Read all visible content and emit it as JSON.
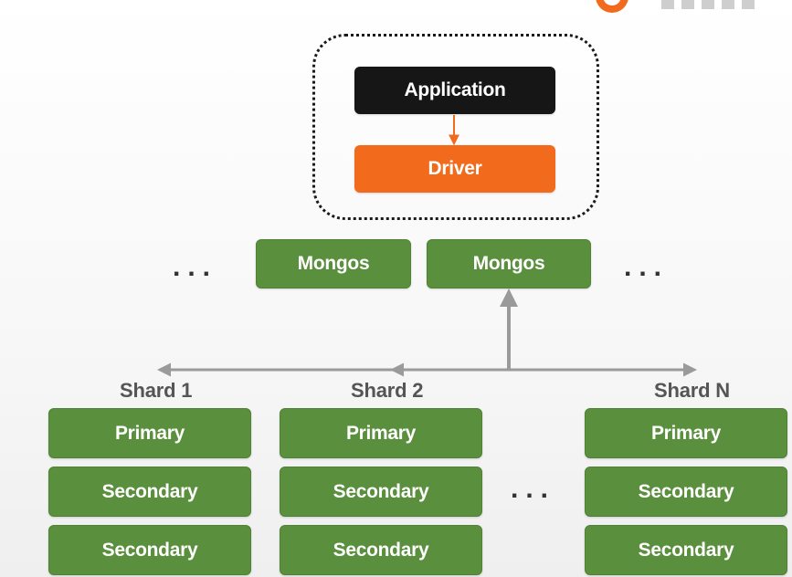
{
  "client": {
    "application_label": "Application",
    "driver_label": "Driver",
    "application_color": "#161616",
    "driver_color": "#f26b1d"
  },
  "routers": {
    "mongos_1_label": "Mongos",
    "mongos_2_label": "Mongos",
    "ellipsis_left": "...",
    "ellipsis_right": "..."
  },
  "shards": {
    "node_color": "#5a8f3d",
    "shard_1": {
      "label": "Shard 1",
      "primary": "Primary",
      "secondary_1": "Secondary",
      "secondary_2": "Secondary"
    },
    "shard_2": {
      "label": "Shard 2",
      "primary": "Primary",
      "secondary_1": "Secondary",
      "secondary_2": "Secondary"
    },
    "shard_n": {
      "label": "Shard N",
      "primary": "Primary",
      "secondary_1": "Secondary",
      "secondary_2": "Secondary"
    },
    "ellipsis_between": "..."
  }
}
